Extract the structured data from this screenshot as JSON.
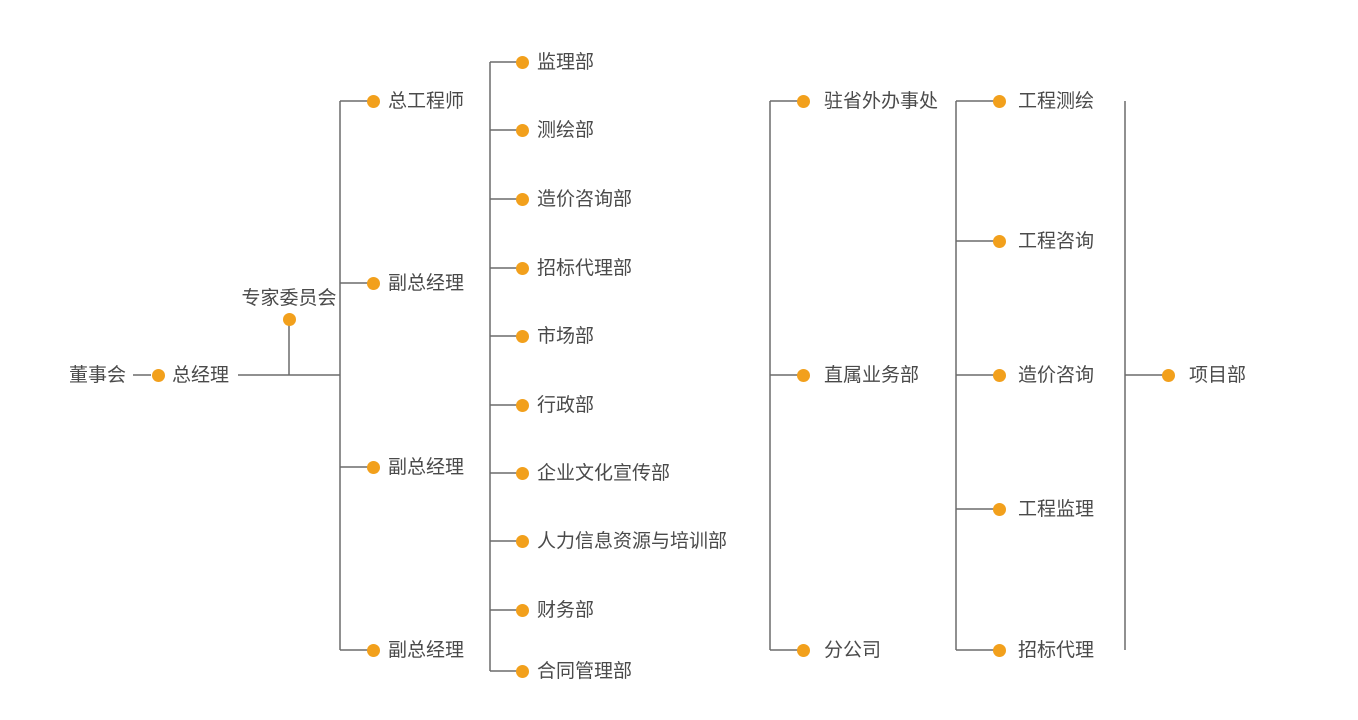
{
  "colors": {
    "node_dot": "#f2a01c",
    "connector_line": "#6b6b6b",
    "label_text": "#4a4a4a"
  },
  "org": {
    "board": "董事会",
    "general_manager": "总经理",
    "expert_committee": "专家委员会",
    "executives": {
      "chief_engineer": "总工程师",
      "deputy_gm_1": "副总经理",
      "deputy_gm_2": "副总经理",
      "deputy_gm_3": "副总经理"
    },
    "departments": [
      "监理部",
      "测绘部",
      "造价咨询部",
      "招标代理部",
      "市场部",
      "行政部",
      "企业文化宣传部",
      "人力信息资源与培训部",
      "财务部",
      "合同管理部"
    ],
    "business_units": [
      "驻省外办事处",
      "直属业务部",
      "分公司"
    ],
    "services": [
      "工程测绘",
      "工程咨询",
      "造价咨询",
      "工程监理",
      "招标代理"
    ],
    "project_dept": "项目部"
  }
}
